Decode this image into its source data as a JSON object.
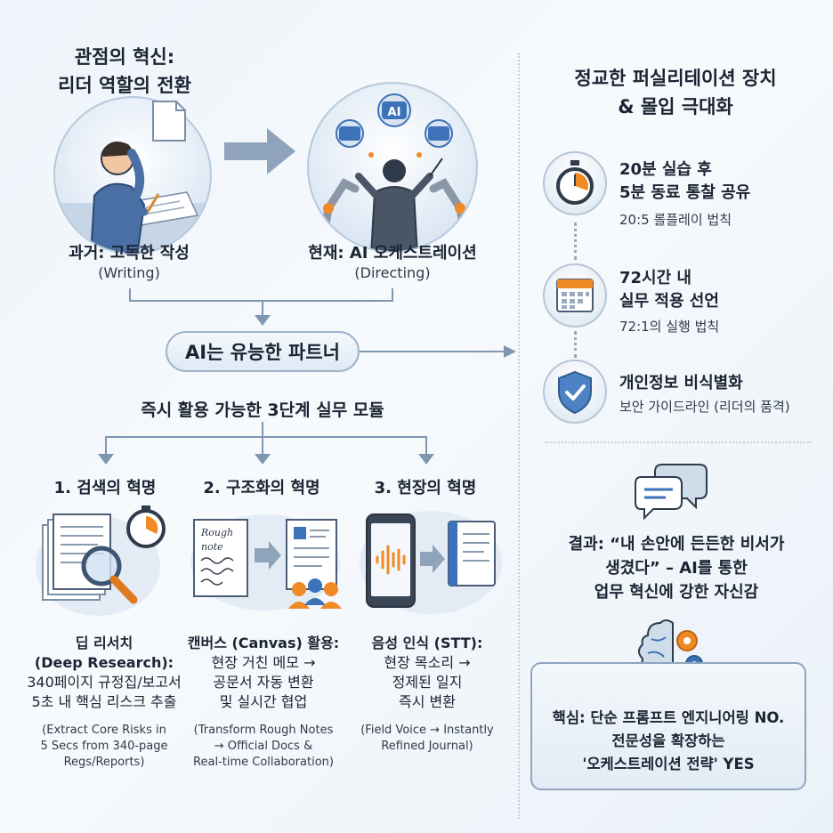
{
  "left": {
    "heading_line1": "관점의 혁신:",
    "heading_line2": "리더 역할의 전환",
    "past_label": "과거: 고독한 작성",
    "past_sub": "(Writing)",
    "present_label": "현재: AI 오케스트레이션",
    "present_sub": "(Directing)",
    "ai_badge": "AI",
    "partner_pill": "AI는 유능한 파트너",
    "modules_heading": "즉시 활용 가능한 3단계 실무 모듈",
    "modules": [
      {
        "title": "1. 검색의 혁명",
        "line1": "딥 리서치",
        "line2": "(Deep Research):",
        "line3": "340페이지 규정집/보고서",
        "line4": "5초 내 핵심 리스크 추출",
        "en1": "(Extract Core Risks in",
        "en2": "5 Secs from 340-page",
        "en3": "Regs/Reports)"
      },
      {
        "title": "2. 구조화의 혁명",
        "line1": "캔버스 (Canvas) 활용:",
        "line2": "현장 거친 메모 →",
        "line3": "공문서 자동 변환",
        "line4": "및 실시간 협업",
        "en1": "(Transform Rough Notes",
        "en2": "→ Official Docs &",
        "en3": "Real-time Collaboration)",
        "note_word1": "Rough",
        "note_word2": "note"
      },
      {
        "title": "3. 현장의 혁명",
        "line1": "음성 인식 (STT):",
        "line2": "현장 목소리 →",
        "line3": "정제된 일지",
        "line4": "즉시 변환",
        "en1": "(Field Voice → Instantly",
        "en2": "Refined Journal)"
      }
    ]
  },
  "right": {
    "heading_line1": "정교한 퍼실리테이션 장치",
    "heading_line2": "& 몰입 극대화",
    "items": [
      {
        "line1": "20분 실습 후",
        "line2": "5분 동료 통찰 공유",
        "sub": "20:5 롤플레이 법칙"
      },
      {
        "line1": "72시간 내",
        "line2": "실무 적용 선언",
        "sub": "72:1의 실행 법칙"
      },
      {
        "line1": "개인정보 비식별화",
        "line2": "",
        "sub": "보안 가이드라인 (리더의 품격)"
      }
    ],
    "result_line1": "결과: “내 손안에 든든한 비서가",
    "result_line2": "생겼다” – AI를 통한",
    "result_line3": "업무 혁신에 강한 자신감",
    "core_line1": "핵심: 단순 프롬프트 엔지니어링 NO.",
    "core_line2": "전문성을 확장하는",
    "core_line3": "'오케스트레이션 전략' YES"
  },
  "colors": {
    "accent_orange": "#f08a24",
    "accent_blue": "#3d72b8",
    "line_gray": "#7f96b1"
  }
}
